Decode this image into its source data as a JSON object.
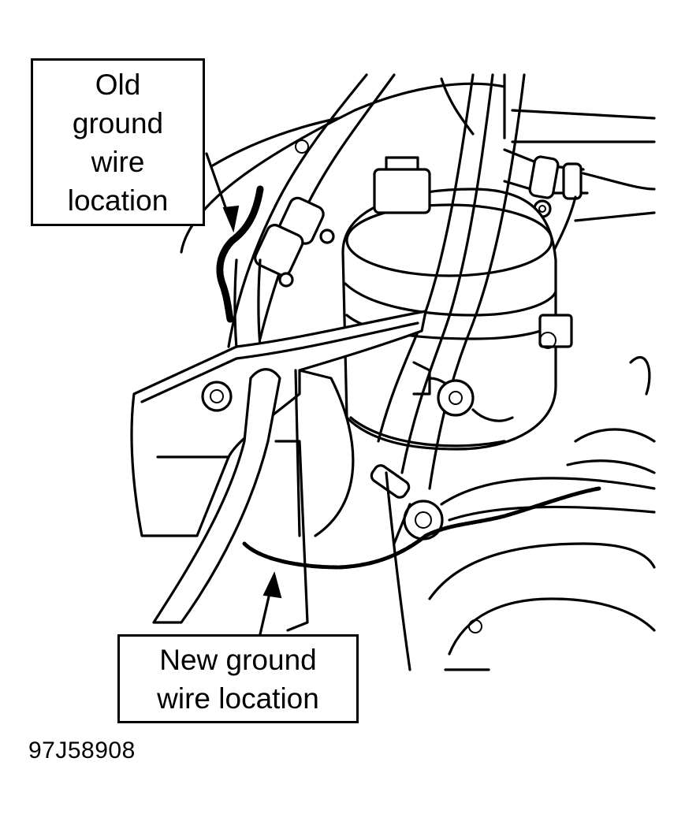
{
  "callouts": {
    "old": "Old\nground\nwire\nlocation",
    "new": "New ground\nwire location"
  },
  "figure_id": "97J58908"
}
